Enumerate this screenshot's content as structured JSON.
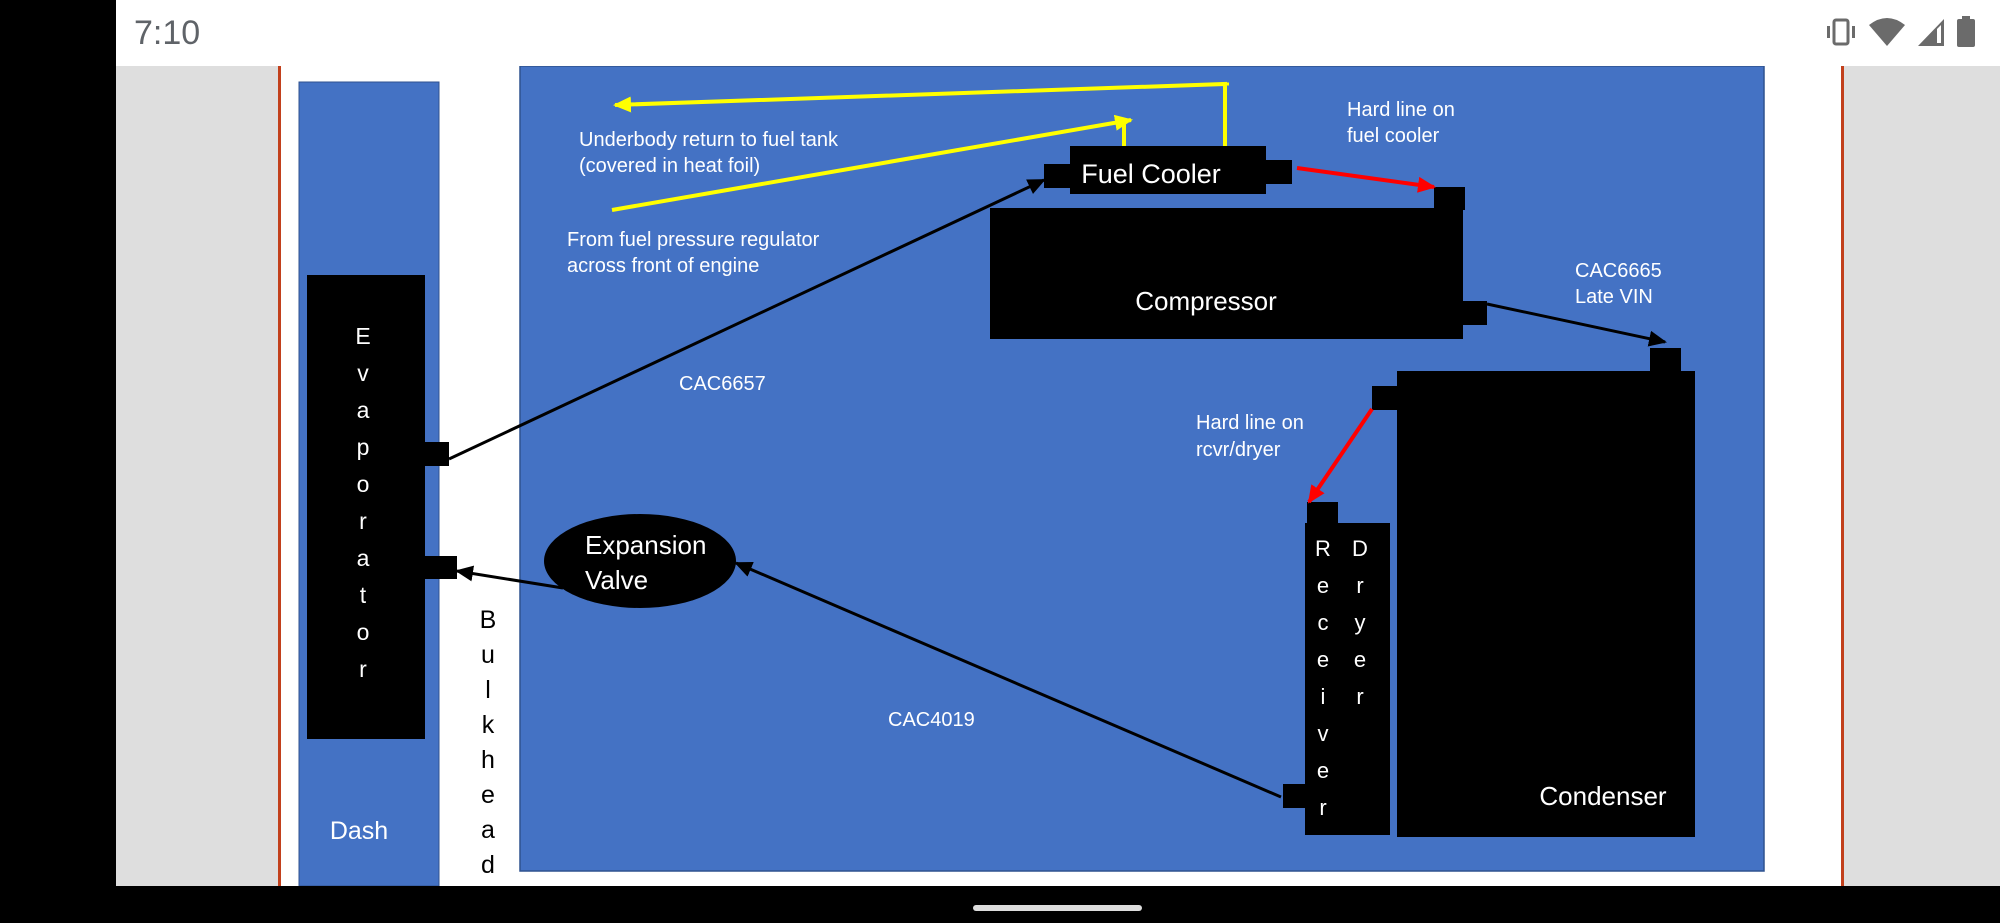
{
  "status_bar": {
    "time": "7:10",
    "icons": [
      "vibrate-icon",
      "wifi-icon",
      "cell-signal-icon",
      "battery-icon"
    ]
  },
  "colors": {
    "panel_blue": "#4472c4",
    "component_black": "#000000",
    "fuel_line_yellow": "#ffff00",
    "hard_line_red": "#ff0000",
    "label_white": "#ffffff",
    "slide_border": "#c2401c"
  },
  "diagram": {
    "dash": {
      "label": "Dash"
    },
    "bulkhead": {
      "label": "Bulkhead",
      "letters": [
        "B",
        "u",
        "l",
        "k",
        "h",
        "e",
        "a",
        "d"
      ]
    },
    "evaporator": {
      "label": "Evaporator",
      "letters": [
        "E",
        "v",
        "a",
        "p",
        "o",
        "r",
        "a",
        "t",
        "o",
        "r"
      ]
    },
    "expansion_valve": {
      "line1": "Expansion",
      "line2": "Valve"
    },
    "fuel_cooler": {
      "label": "Fuel Cooler"
    },
    "compressor": {
      "label": "Compressor"
    },
    "condenser": {
      "label": "Condenser"
    },
    "receiver": {
      "letters": [
        "R",
        "e",
        "c",
        "e",
        "i",
        "v",
        "e",
        "r"
      ]
    },
    "dryer": {
      "letters": [
        "D",
        "r",
        "y",
        "e",
        "r"
      ]
    },
    "annotations": {
      "underbody_return": {
        "line1": "Underbody return to fuel  tank",
        "line2": "(covered in heat foil)"
      },
      "from_regulator": {
        "line1": "From fuel pressure regulator",
        "line2": "across front of engine"
      },
      "hard_line_fuel_cooler": {
        "line1": "Hard line on",
        "line2": "fuel cooler"
      },
      "cac6665": {
        "line1": "CAC6665",
        "line2": "Late VIN"
      },
      "hard_line_rcvr": {
        "line1": "Hard line on",
        "line2": "rcvr/dryer"
      },
      "cac6657": "CAC6657",
      "cac4019": "CAC4019"
    }
  }
}
